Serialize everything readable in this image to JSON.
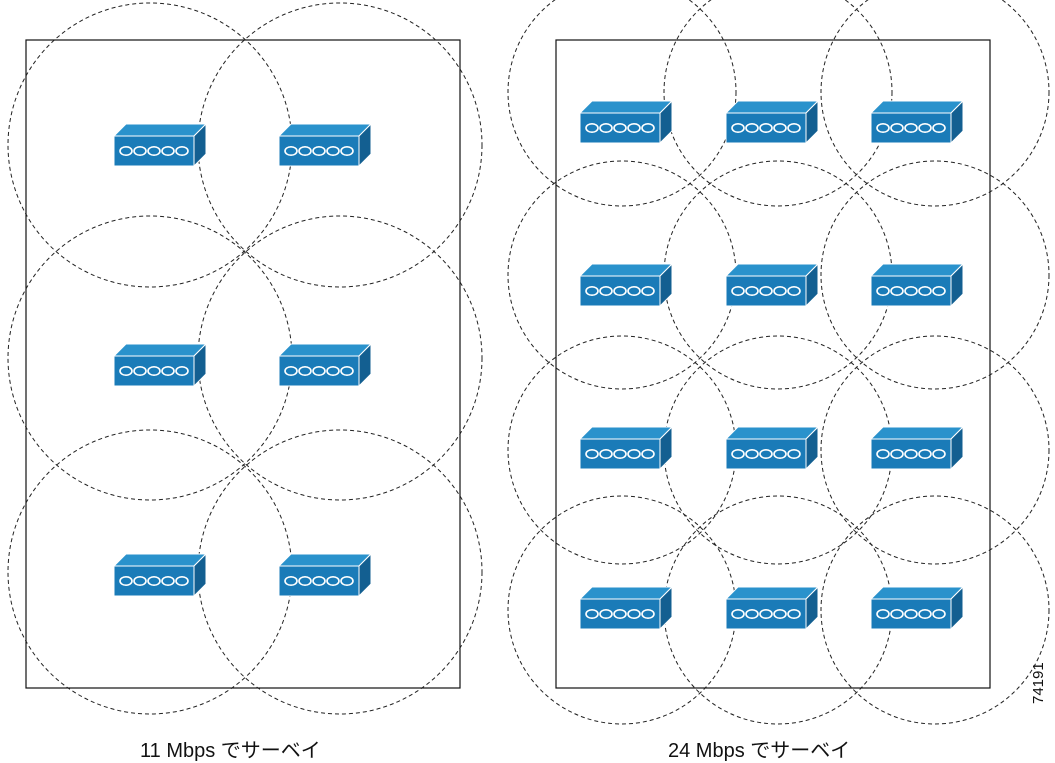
{
  "diagram": {
    "left_panel": {
      "caption": "11 Mbps でサーベイ",
      "rows": 3,
      "cols": 2
    },
    "right_panel": {
      "caption": "24 Mbps でサーベイ",
      "rows": 4,
      "cols": 3
    },
    "figure_id": "74191",
    "colors": {
      "ap_front": "#1a7bb8",
      "ap_top": "#2a92cc",
      "ap_side": "#135f91",
      "coverage_line": "#222222",
      "outline": "#111111"
    },
    "icon": "access-point-icon"
  }
}
